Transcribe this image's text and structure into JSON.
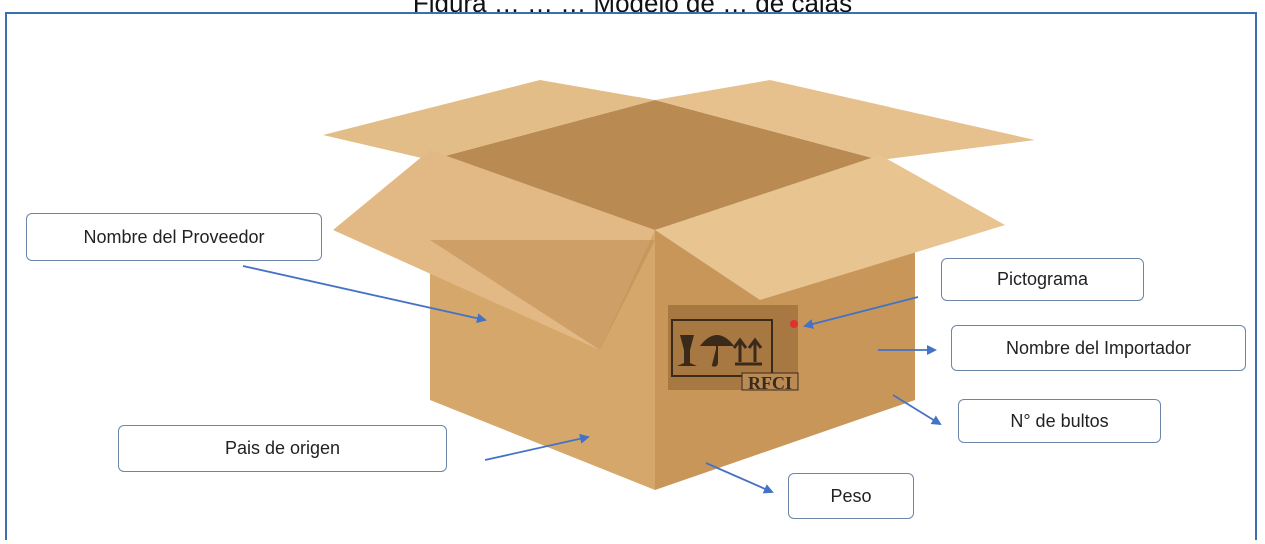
{
  "figure": {
    "caption": "Figura … … … Modelo de … de cajas"
  },
  "box": {
    "stamp_text": "RFCI"
  },
  "labels": {
    "supplier_name": "Nombre del Proveedor",
    "pictogram": "Pictograma",
    "importer_name": "Nombre del Importador",
    "package_count": "N° de bultos",
    "country_of_origin": "Pais de origen",
    "weight": "Peso"
  },
  "colors": {
    "frame": "#3a6fb0",
    "arrow": "#4472c4",
    "cardboard_light": "#ddb27a",
    "cardboard_mid": "#cf9e62",
    "cardboard_dark": "#b9874e",
    "label_border": "#6b86a8"
  }
}
